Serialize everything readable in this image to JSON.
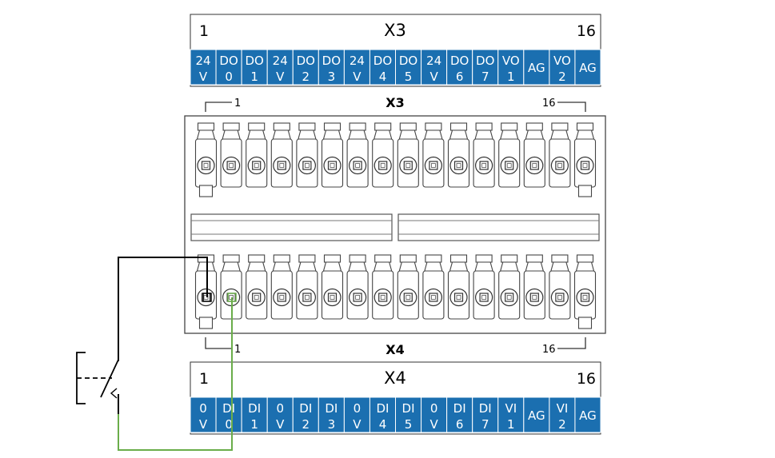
{
  "colors": {
    "accent": "#1b6fb0",
    "wire_black": "#000000",
    "wire_green": "#6aad4a",
    "outline": "#333333"
  },
  "x3_table": {
    "title": "X3",
    "first_num": "1",
    "last_num": "16",
    "pins": [
      [
        "24",
        "V"
      ],
      [
        "DO",
        "0"
      ],
      [
        "DO",
        "1"
      ],
      [
        "24",
        "V"
      ],
      [
        "DO",
        "2"
      ],
      [
        "DO",
        "3"
      ],
      [
        "24",
        "V"
      ],
      [
        "DO",
        "4"
      ],
      [
        "DO",
        "5"
      ],
      [
        "24",
        "V"
      ],
      [
        "DO",
        "6"
      ],
      [
        "DO",
        "7"
      ],
      [
        "VO",
        "1"
      ],
      [
        "AG",
        ""
      ],
      [
        "VO",
        "2"
      ],
      [
        "AG",
        ""
      ]
    ]
  },
  "x4_table": {
    "title": "X4",
    "first_num": "1",
    "last_num": "16",
    "pins": [
      [
        "0",
        "V"
      ],
      [
        "DI",
        "0"
      ],
      [
        "DI",
        "1"
      ],
      [
        "0",
        "V"
      ],
      [
        "DI",
        "2"
      ],
      [
        "DI",
        "3"
      ],
      [
        "0",
        "V"
      ],
      [
        "DI",
        "4"
      ],
      [
        "DI",
        "5"
      ],
      [
        "0",
        "V"
      ],
      [
        "DI",
        "6"
      ],
      [
        "DI",
        "7"
      ],
      [
        "VI",
        "1"
      ],
      [
        "AG",
        ""
      ],
      [
        "VI",
        "2"
      ],
      [
        "AG",
        ""
      ]
    ]
  },
  "connector": {
    "top_label": "X3",
    "top_first": "1",
    "top_last": "16",
    "bottom_label": "X4",
    "bottom_first": "1",
    "bottom_last": "16",
    "terminal_count": 16
  },
  "wiring": {
    "switch": "normally-open pushbutton",
    "from_pin": 1,
    "to_pin": 2
  }
}
